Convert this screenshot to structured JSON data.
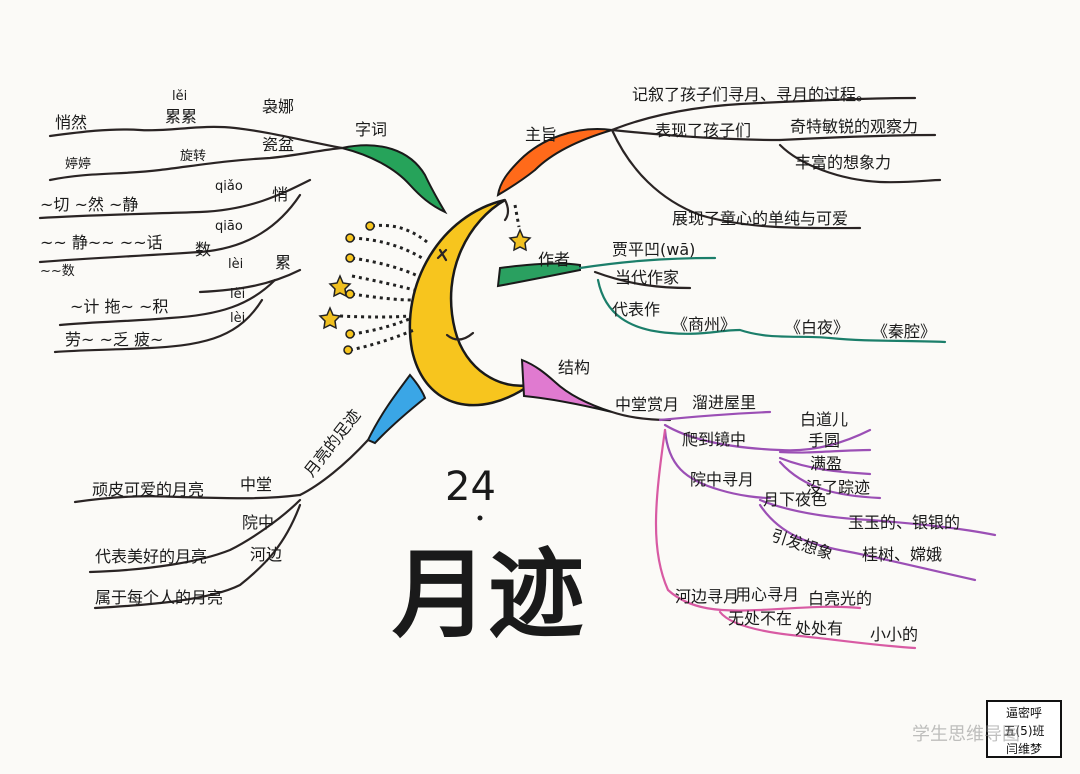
{
  "center": {
    "number": "24",
    "title": "月迹"
  },
  "branches": {
    "words": {
      "label": "字词",
      "items": {
        "w1": "悄然",
        "w2": "lěi",
        "w3": "累累",
        "w4": "袅娜",
        "w5": "婷婷",
        "w6": "旋转",
        "w7": "瓷盆",
        "w8": "~切  ~然  ~静",
        "w9": "qiǎo",
        "w10": "悄",
        "w11": "qiāo",
        "w12": "~~  静~~  ~~话",
        "w13": "数",
        "w14": "~~数",
        "w15": "lèi",
        "w16": "累",
        "w17": "~计  拖~  ~积",
        "w18": "lěi",
        "w19": "劳~  ~乏  疲~",
        "w20": "lèi"
      }
    },
    "theme": {
      "label": "主旨",
      "items": {
        "t1": "记叙了孩子们寻月、寻月的过程。",
        "t2": "表现了孩子们",
        "t3": "奇特敏锐的观察力",
        "t4": "丰富的想象力",
        "t5": "展现了童心的单纯与可爱"
      }
    },
    "author": {
      "label": "作者",
      "items": {
        "a1": "贾平凹(wā)",
        "a2": "当代作家",
        "a3": "代表作",
        "a4": "《商州》",
        "a5": "《白夜》",
        "a6": "《秦腔》"
      }
    },
    "structure": {
      "label": "结构",
      "items": {
        "s1": "中堂赏月",
        "s2": "溜进屋里",
        "s3": "爬到镜中",
        "s4": "白道儿",
        "s5": "手圆",
        "s6": "满盈",
        "s7": "没了踪迹",
        "s8": "院中寻月",
        "s9": "月下夜色",
        "s10": "玉玉的、银银的",
        "s11": "引发想象",
        "s12": "桂树、嫦娥",
        "s13": "河边寻月",
        "s14": "用心寻月",
        "s15": "白亮光的",
        "s16": "无处不在",
        "s17": "处处有",
        "s18": "小小的"
      }
    },
    "trace": {
      "label": "月亮的足迹",
      "items": {
        "f1": "顽皮可爱的月亮",
        "f2": "中堂",
        "f3": "代表美好的月亮",
        "f4": "院中",
        "f5": "属于每个人的月亮",
        "f6": "河边"
      }
    }
  },
  "badge": {
    "line1": "逼密呼",
    "line2": "五(5)班",
    "line3": "闫维梦"
  },
  "watermark": "学生思维导图",
  "colors": {
    "moon": "#f7c51e",
    "stars": "#f0c020",
    "words_branch": "#26a35a",
    "theme_branch": "#ff6a1a",
    "author_branch": "#2aa060",
    "structure_branch": "#e07ad0",
    "trace_branch": "#3aa6e6"
  }
}
